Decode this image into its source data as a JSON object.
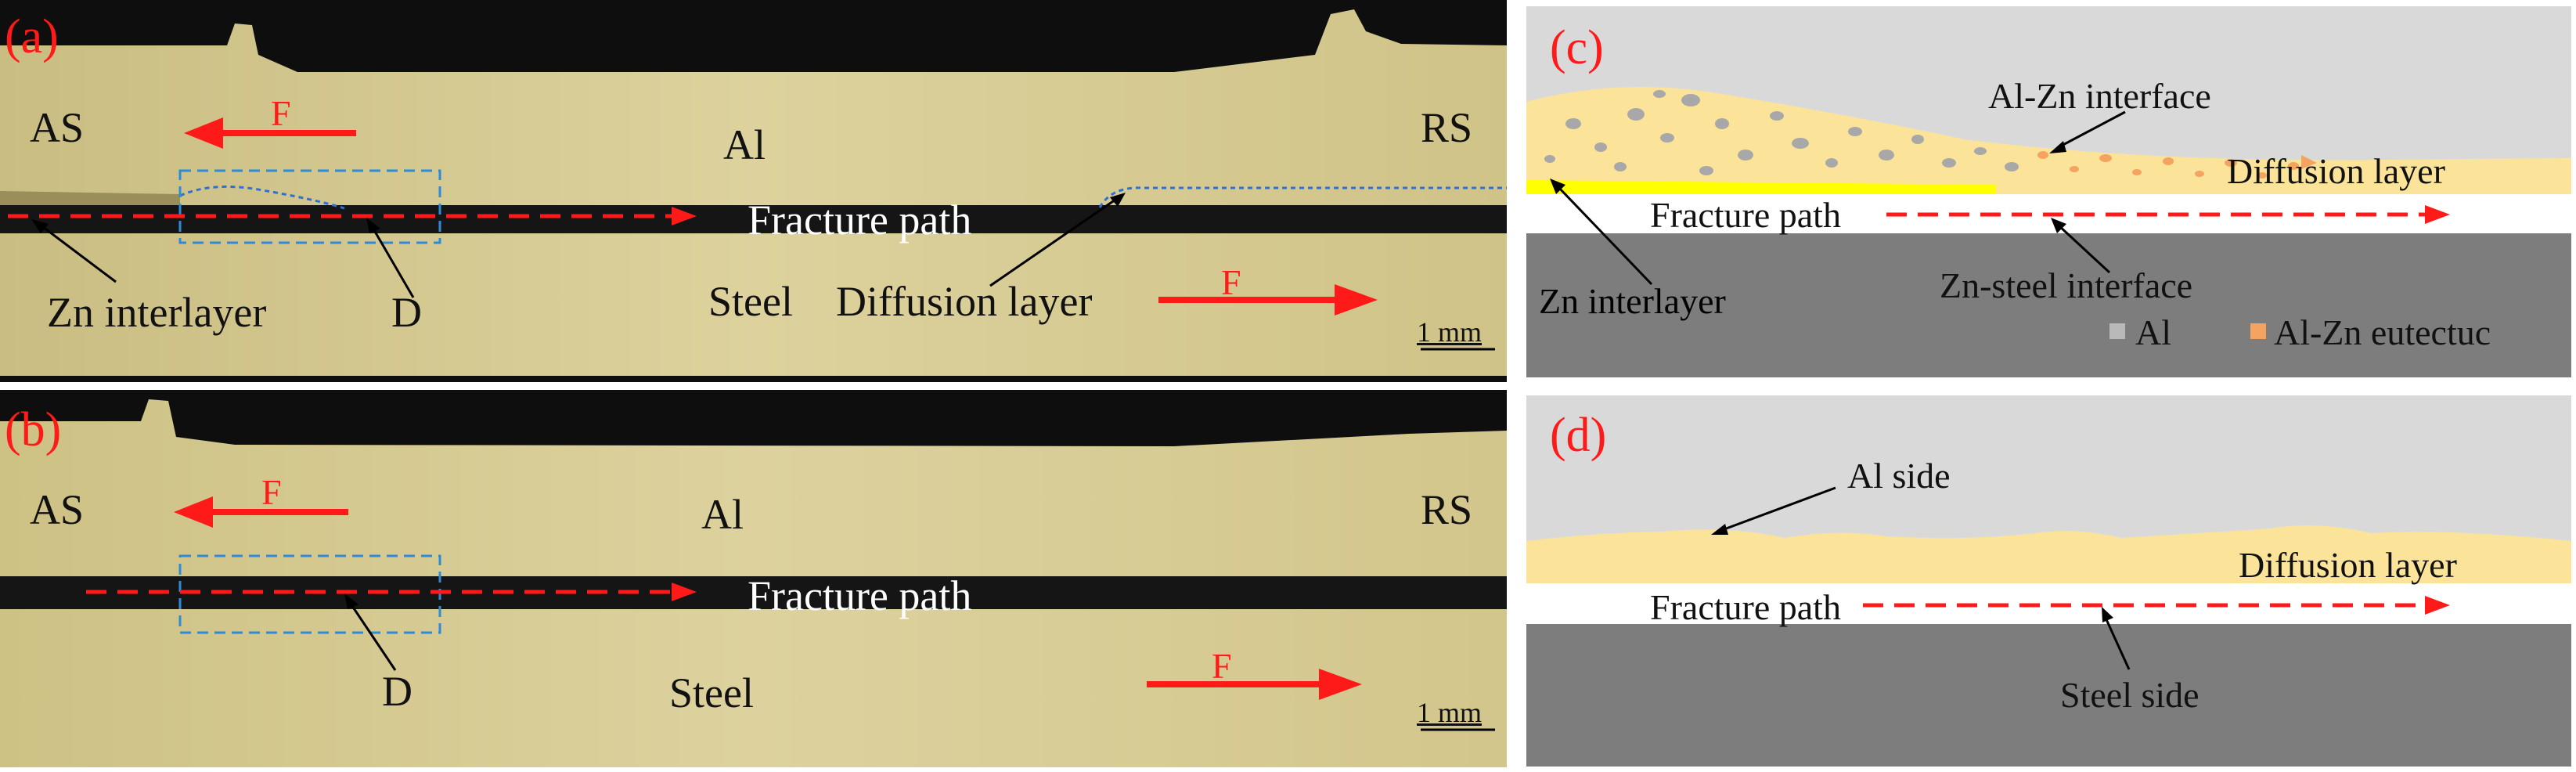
{
  "panel_a": {
    "tag": "(a)",
    "as": "AS",
    "rs": "RS",
    "al": "Al",
    "steel": "Steel",
    "force": "F",
    "fracture_path": "Fracture path",
    "zn_interlayer": "Zn interlayer",
    "region_d": "D",
    "diffusion_layer": "Diffusion layer",
    "scale": "1 mm"
  },
  "panel_b": {
    "tag": "(b)",
    "as": "AS",
    "rs": "RS",
    "al": "Al",
    "steel": "Steel",
    "force": "F",
    "fracture_path": "Fracture path",
    "region_d": "D",
    "scale": "1 mm"
  },
  "panel_c": {
    "tag": "(c)",
    "al_zn_interface": "Al-Zn interface",
    "diffusion_layer": "Diffusion layer",
    "fracture_path": "Fracture path",
    "zn_interlayer": "Zn interlayer",
    "zn_steel_interface": "Zn-steel interface",
    "legend": [
      {
        "label": "Al",
        "color": "#b9b9b9"
      },
      {
        "label": "Al-Zn eutectuc",
        "color": "#f4a460"
      }
    ]
  },
  "panel_d": {
    "tag": "(d)",
    "al_side": "Al side",
    "diffusion_layer": "Diffusion layer",
    "fracture_path": "Fracture path",
    "steel_side": "Steel side"
  },
  "colors": {
    "micrograph": "#d8cc96",
    "dark_gap": "#141414",
    "al_gray": "#d9d9d9",
    "steel_gray": "#7d7d7d",
    "diffusion": "#fbe49a",
    "zn_yellow": "#ffff00",
    "arrow_red": "#ff1a1a",
    "box_blue": "#2e8bd8"
  }
}
